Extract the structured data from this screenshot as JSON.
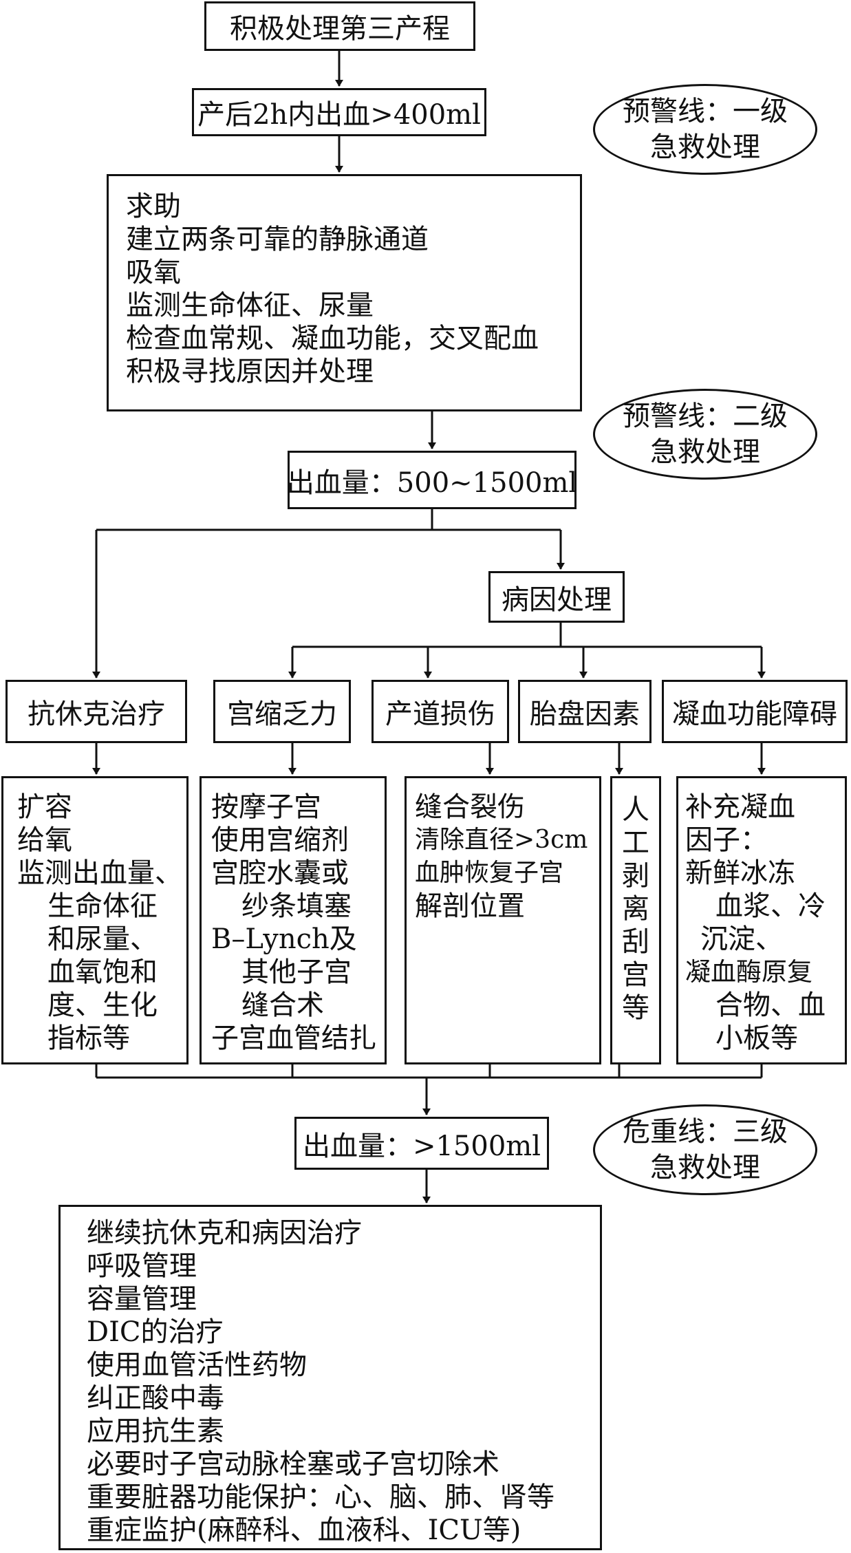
{
  "nodes": {
    "start": "积极处理第三产程",
    "bleed_2h": "产后2h内出血>400ml",
    "first_actions": [
      "求助",
      "建立两条可靠的静脉通道",
      "吸氧",
      "监测生命体征、尿量",
      "检查血常规、凝血功能，交叉配血",
      "积极寻找原因并处理"
    ],
    "bleed_mid": "出血量：500~1500ml",
    "cause_treatment": "病因处理",
    "branch_shock": "抗休克治疗",
    "branch_atony": "宫缩乏力",
    "branch_trauma": "产道损伤",
    "branch_placenta": "胎盘因素",
    "branch_coag": "凝血功能障碍",
    "shock_actions": [
      "扩容",
      "给氧",
      "监测出血量、",
      "生命体征",
      "和尿量、",
      "血氧饱和",
      "度、生化",
      "指标等"
    ],
    "atony_actions": [
      "按摩子宫",
      "使用宫缩剂",
      "宫腔水囊或",
      "纱条填塞",
      "B–Lynch及",
      "其他子宫",
      "缝合术",
      "子宫血管结扎"
    ],
    "trauma_actions": [
      "缝合裂伤",
      "清除直径>3cm",
      "血肿恢复子宫",
      "解剖位置"
    ],
    "placenta_actions": [
      "人",
      "工",
      "剥",
      "离",
      "刮",
      "宫",
      "等"
    ],
    "coag_actions": [
      "补充凝血",
      "因子：",
      "新鲜冰冻",
      "血浆、冷",
      "沉淀、",
      "凝血酶原复",
      "合物、血",
      "小板等"
    ],
    "bleed_high": "出血量：>1500ml",
    "final_actions": [
      "继续抗休克和病因治疗",
      "呼吸管理",
      "容量管理",
      "DIC的治疗",
      "使用血管活性药物",
      "纠正酸中毒",
      "应用抗生素",
      "必要时子宫动脉栓塞或子宫切除术",
      "重要脏器功能保护：心、脑、肺、肾等",
      "重症监护(麻醉科、血液科、ICU等)"
    ]
  },
  "alerts": {
    "level1": [
      "预警线：一级",
      "急救处理"
    ],
    "level2": [
      "预警线：二级",
      "急救处理"
    ],
    "level3": [
      "危重线：三级",
      "急救处理"
    ]
  }
}
